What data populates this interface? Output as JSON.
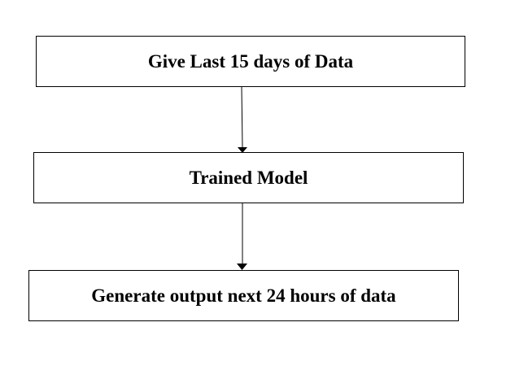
{
  "diagram": {
    "steps": [
      {
        "label": "Give Last 15 days of Data"
      },
      {
        "label": "Trained Model"
      },
      {
        "label": "Generate output next 24 hours of data"
      }
    ],
    "connections": [
      {
        "from": 0,
        "to": 1
      },
      {
        "from": 1,
        "to": 2
      }
    ],
    "colors": {
      "stroke": "#000000",
      "fill": "#ffffff",
      "text": "#000000"
    }
  }
}
